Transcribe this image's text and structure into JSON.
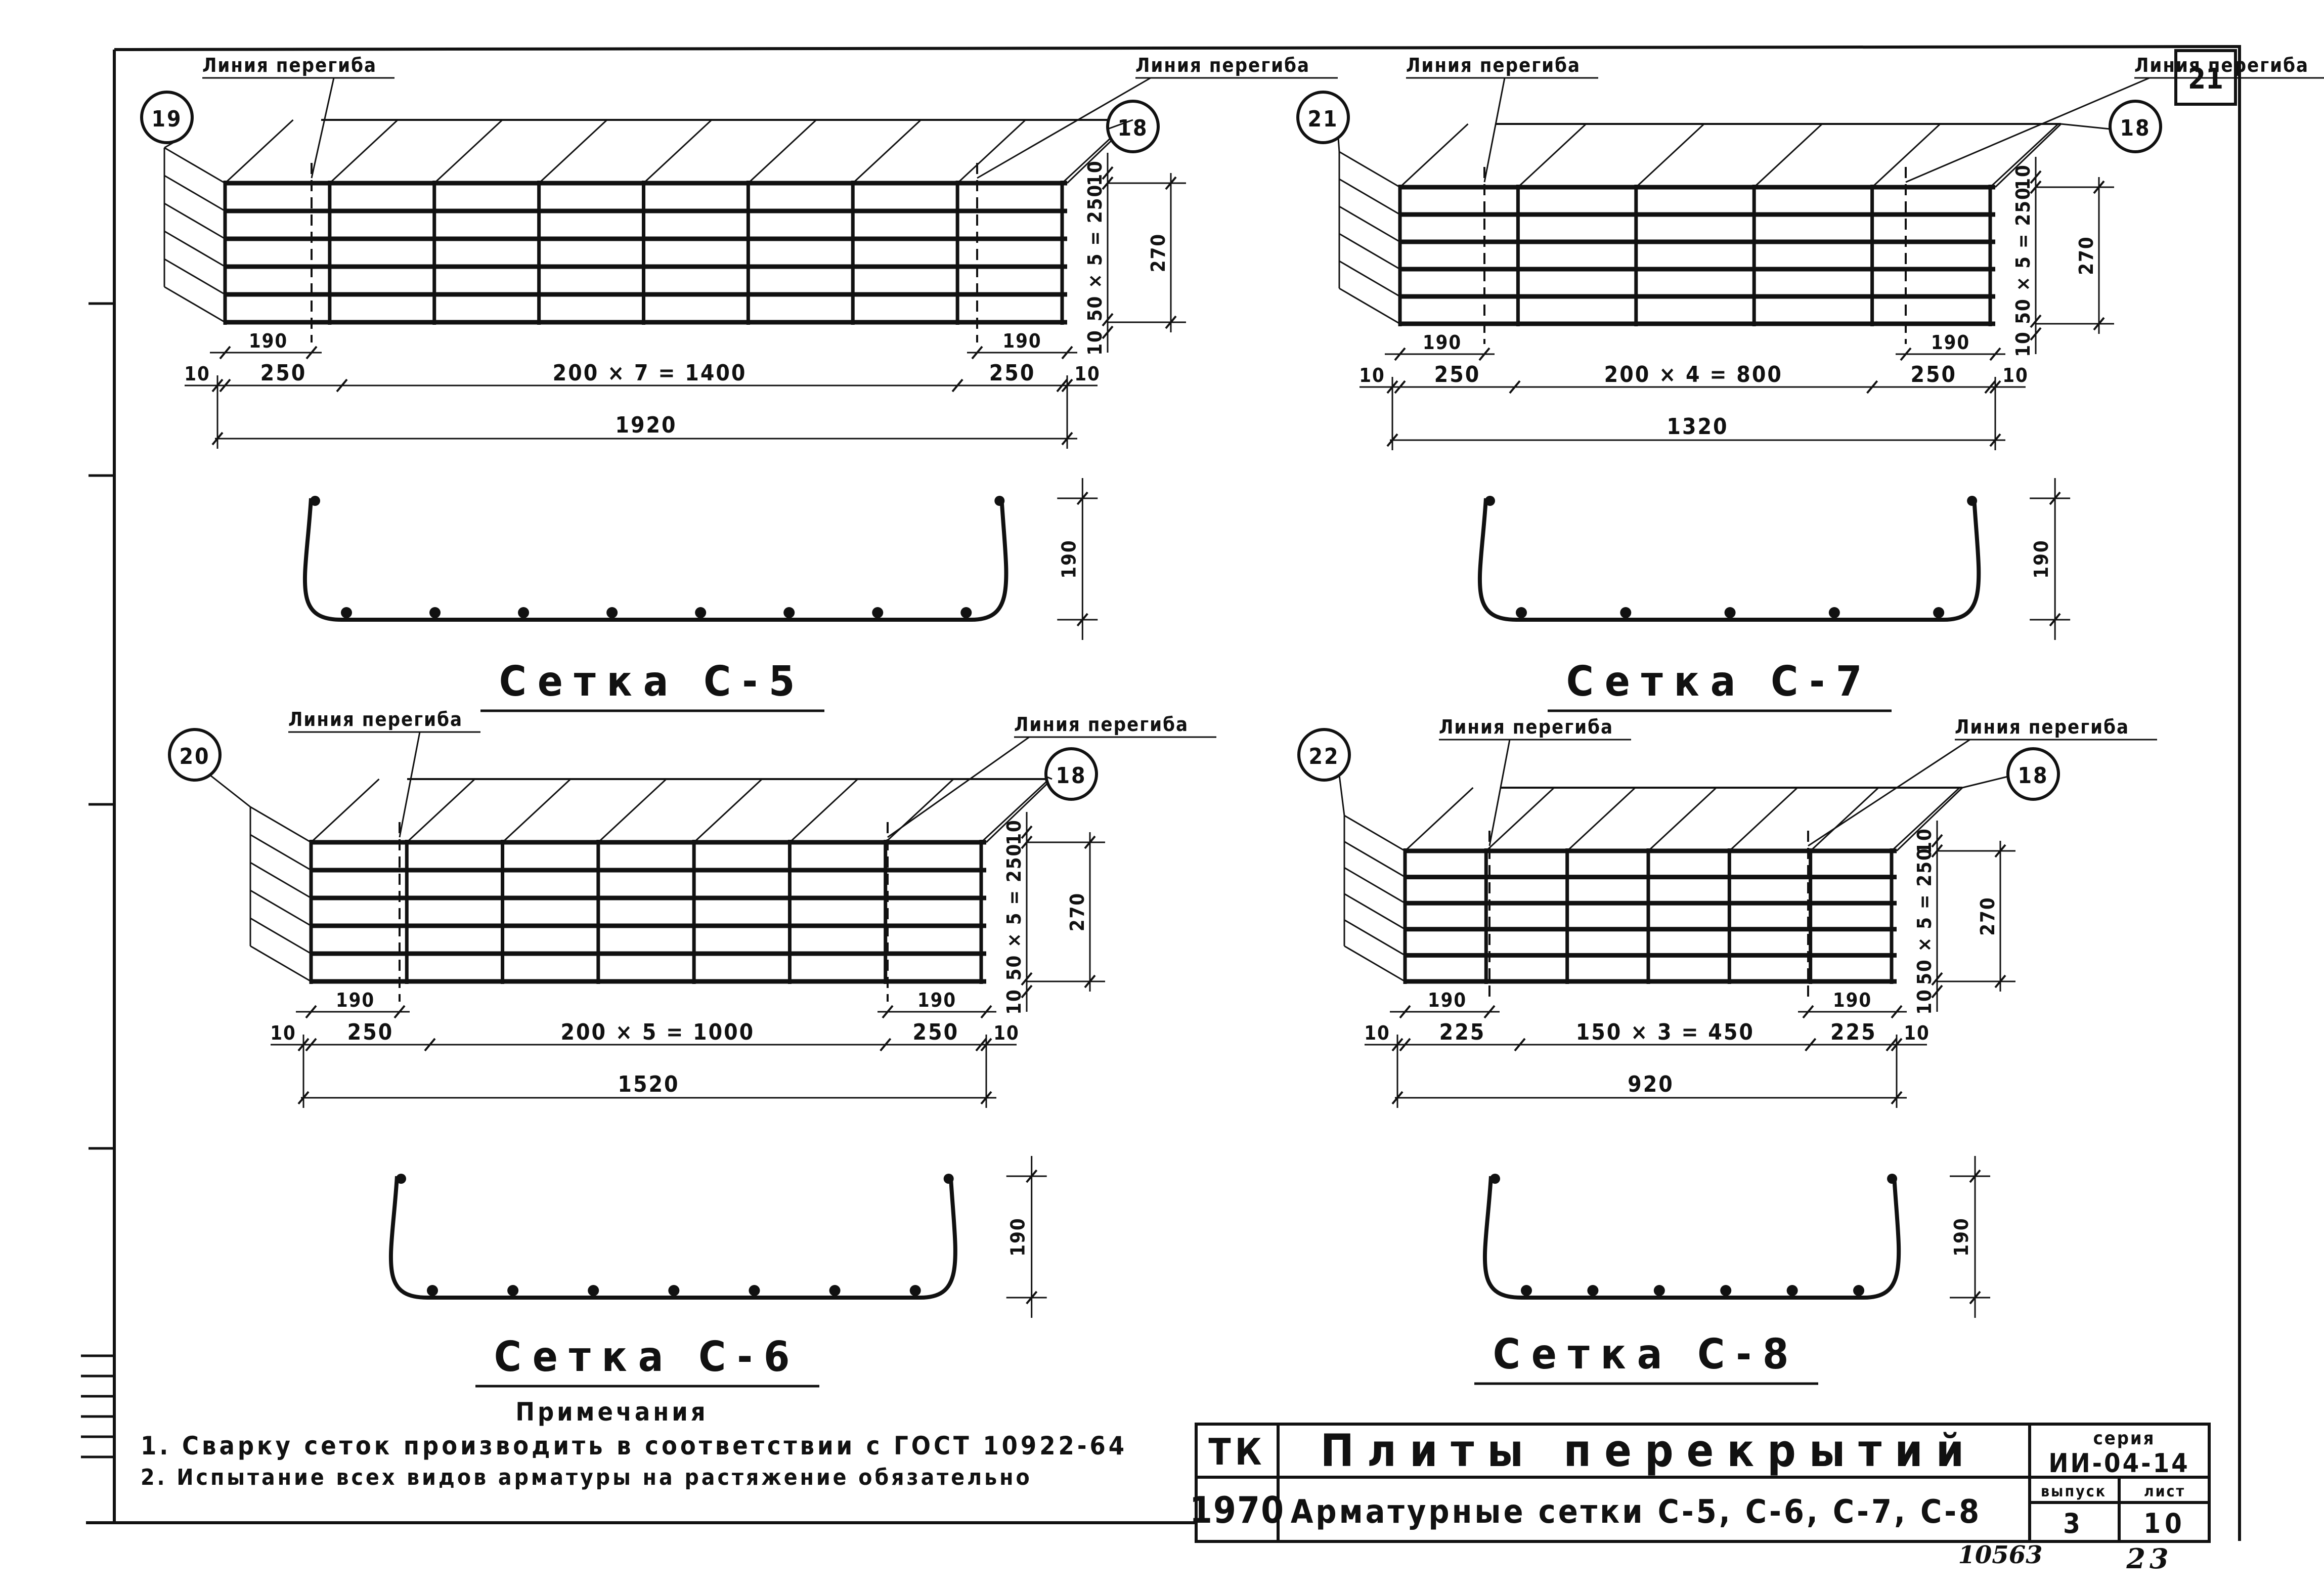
{
  "sheet_number": "21",
  "bend_label": "Линия перегиба",
  "meshes": [
    {
      "id": "c5",
      "caption": "Сетка С-5",
      "left_marker": "19",
      "right_marker": "18",
      "dims": {
        "total": "1920",
        "middle": "200 × 7 = 1400",
        "left_end": "250",
        "right_end": "250",
        "left_bend": "190",
        "right_bend": "190",
        "edge_left": "10",
        "edge_right": "10",
        "vertical_bars": "50 × 5 = 250",
        "vertical_total": "270",
        "vertical_edge_top": "10",
        "vertical_edge_bottom": "10",
        "section_height": "190"
      }
    },
    {
      "id": "c7",
      "caption": "Сетка С-7",
      "left_marker": "21",
      "right_marker": "18",
      "dims": {
        "total": "1320",
        "middle": "200 × 4 = 800",
        "left_end": "250",
        "right_end": "250",
        "left_bend": "190",
        "right_bend": "190",
        "edge_left": "10",
        "edge_right": "10",
        "vertical_bars": "50 × 5 = 250",
        "vertical_total": "270",
        "vertical_edge_top": "10",
        "vertical_edge_bottom": "10",
        "section_height": "190"
      }
    },
    {
      "id": "c6",
      "caption": "Сетка С-6",
      "left_marker": "20",
      "right_marker": "18",
      "dims": {
        "total": "1520",
        "middle": "200 × 5 = 1000",
        "left_end": "250",
        "right_end": "250",
        "left_bend": "190",
        "right_bend": "190",
        "edge_left": "10",
        "edge_right": "10",
        "vertical_bars": "50 × 5 = 250",
        "vertical_total": "270",
        "vertical_edge_top": "10",
        "vertical_edge_bottom": "10",
        "section_height": "190"
      }
    },
    {
      "id": "c8",
      "caption": "Сетка С-8",
      "left_marker": "22",
      "right_marker": "18",
      "dims": {
        "total": "920",
        "middle": "150 × 3 = 450",
        "left_end": "225",
        "right_end": "225",
        "left_bend": "190",
        "right_bend": "190",
        "edge_left": "10",
        "edge_right": "10",
        "vertical_bars": "50 × 5 = 250",
        "vertical_total": "270",
        "vertical_edge_top": "10",
        "vertical_edge_bottom": "10",
        "section_height": "190"
      }
    }
  ],
  "notes": {
    "heading": "Примечания",
    "items": [
      "1. Сварку сеток производить в соответствии с ГОСТ 10922-64",
      "2. Испытание всех видов арматуры на растяжение обязательно"
    ]
  },
  "title_block": {
    "org": "ТК",
    "year": "1970",
    "title": "Плиты перекрытий",
    "subtitle": "Арматурные сетки С-5, С-6, С-7, С-8",
    "series_label": "серия",
    "series_value": "ИИ-04-14",
    "issue_label": "выпуск",
    "issue_value": "3",
    "sheet_label": "лист",
    "sheet_value": "10"
  },
  "handwritten": {
    "archive_no": "10563",
    "page_no": "23"
  }
}
